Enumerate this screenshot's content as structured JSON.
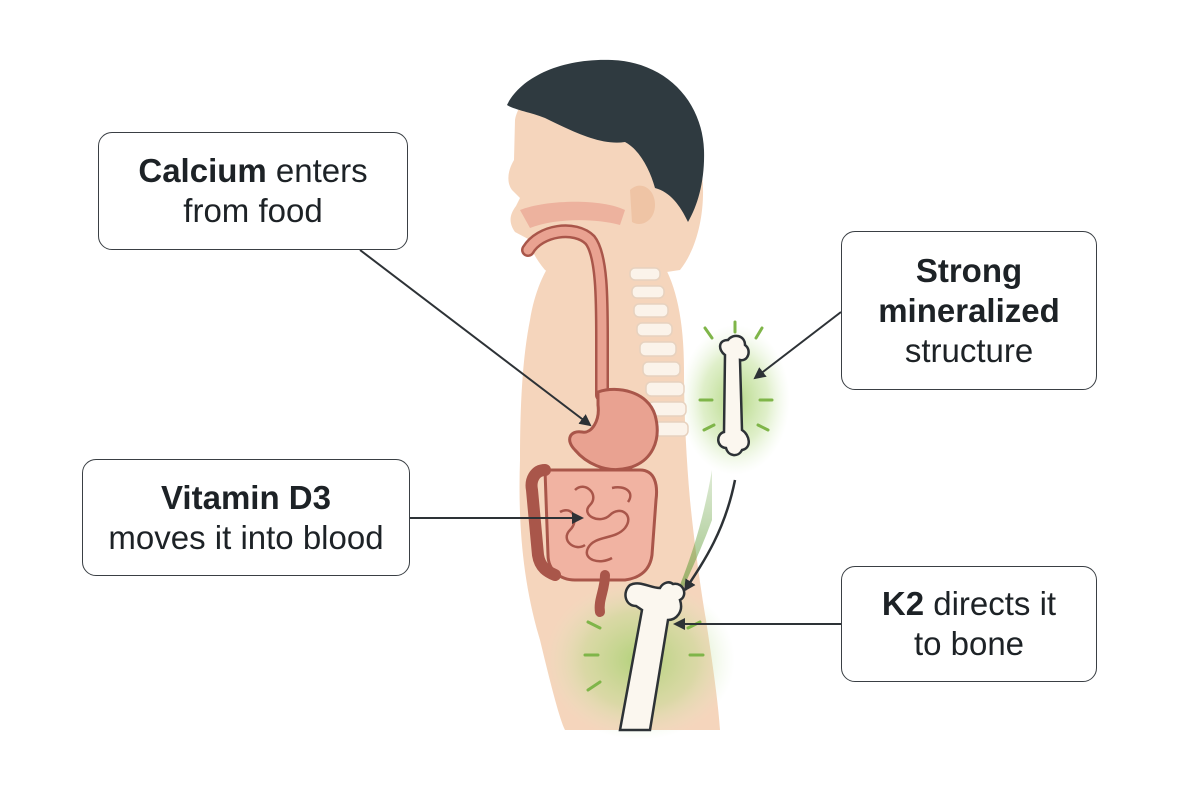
{
  "callouts": {
    "calcium": {
      "bold": "Calcium",
      "line1_rest": " enters",
      "line2": "from food"
    },
    "vitamin_d3": {
      "bold": "Vitamin D3",
      "line2": "moves it into blood"
    },
    "mineralized": {
      "line1": "Strong",
      "line2": "mineralized",
      "line3": "structure"
    },
    "k2": {
      "bold": "K2",
      "line1_rest": " directs it",
      "line2": "to bone"
    }
  },
  "colors": {
    "skin": "#f5d5bc",
    "skin_shadow": "#efc4a5",
    "hair": "#2f3a40",
    "organ": "#e9a291",
    "organ_outline": "#a9564a",
    "glow": "#8fc05a",
    "glow_dark": "#4f8f2a",
    "outline": "#2d3236"
  },
  "icons": [
    "calcium-arrow",
    "absorption-arrow",
    "bone-arrow",
    "mineral-arrow",
    "femur-bone",
    "small-bone"
  ]
}
